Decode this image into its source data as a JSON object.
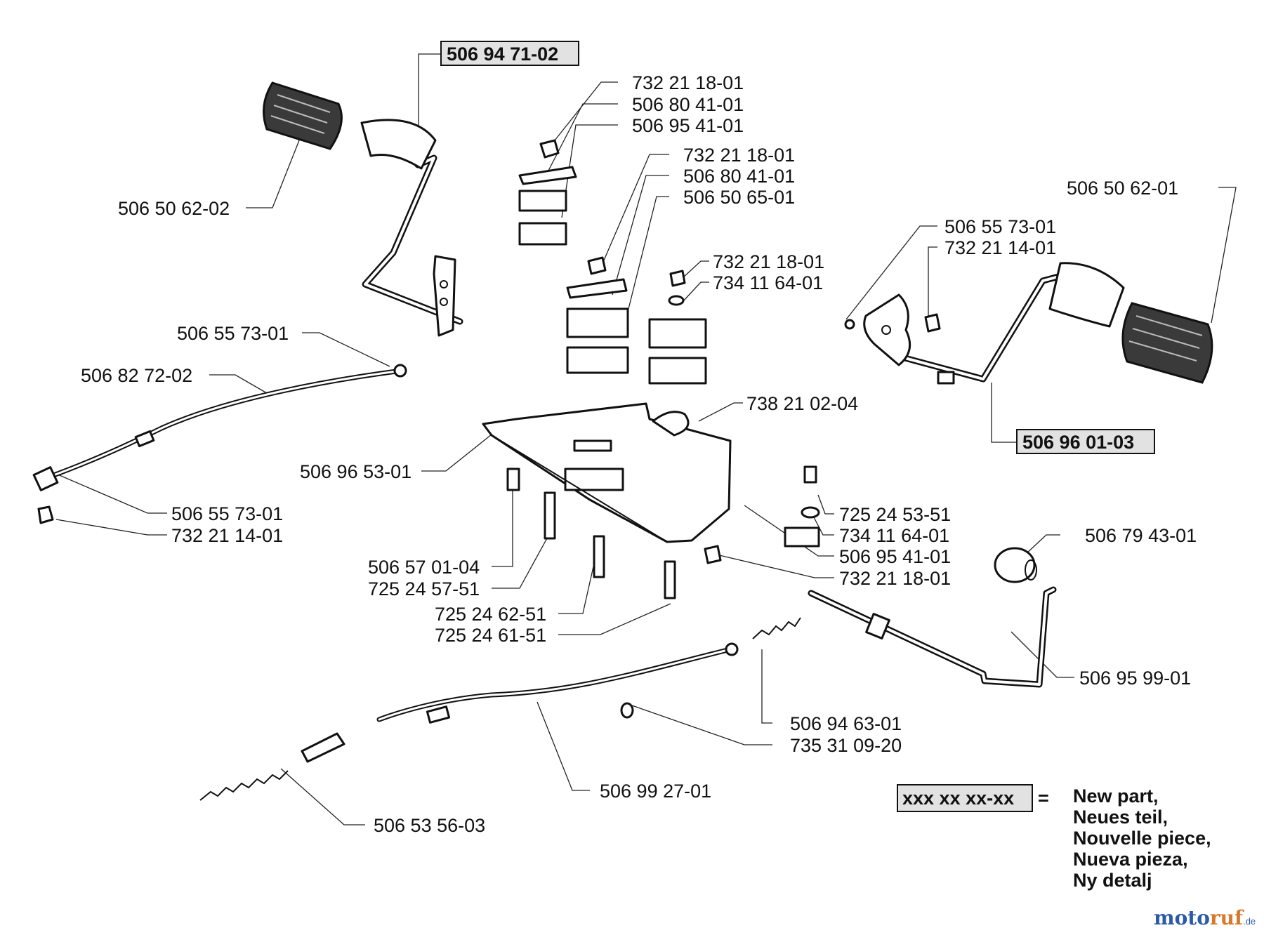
{
  "labels": {
    "p_pedal_left_assy": "506 94 71-02",
    "p_pad_left": "506 50 62-02",
    "p_nut_a": "732 21 18-01",
    "p_plate_a": "506 80 41-01",
    "p_clamp_a": "506 95 41-01",
    "p_nut_b": "732 21 18-01",
    "p_plate_b": "506 80 41-01",
    "p_block_b": "506 50 65-01",
    "p_nut_c": "732 21 18-01",
    "p_washer_c": "734 11 64-01",
    "p_pad_right": "506 50 62-01",
    "p_balljoint_right": "506 55 73-01",
    "p_nut_right": "732 21 14-01",
    "p_pedal_right_assy": "506 96 01-03",
    "p_arm_bracket": "738 21 02-04",
    "p_balljoint_cable": "506 55 73-01",
    "p_cable_upper": "506 82 72-02",
    "p_bracket_plate": "506 96 53-01",
    "p_balljoint_end": "506 55 73-01",
    "p_nut_end": "732 21 14-01",
    "p_bolt_d": "725 24 53-51",
    "p_washer_d": "734 11 64-01",
    "p_clamp_d": "506 95 41-01",
    "p_nut_d": "732 21 18-01",
    "p_knob": "506 79 43-01",
    "p_screw_a": "506 57 01-04",
    "p_screw_b": "725 24 57-51",
    "p_screw_c": "725 24 62-51",
    "p_screw_e": "725 24 61-51",
    "p_lever_rod": "506 95 99-01",
    "p_spring_small": "506 94 63-01",
    "p_clip": "735 31 09-20",
    "p_cable_lower": "506 99 27-01",
    "p_spring_long": "506 53 56-03"
  },
  "legend": {
    "code": "xxx xx xx-xx",
    "equals": "=",
    "lines": [
      "New part,",
      "Neues teil,",
      "Nouvelle piece,",
      "Nueva pieza,",
      "Ny detalj"
    ]
  },
  "watermark": {
    "a": "moto",
    "b": "ruf",
    "c": ".de"
  }
}
